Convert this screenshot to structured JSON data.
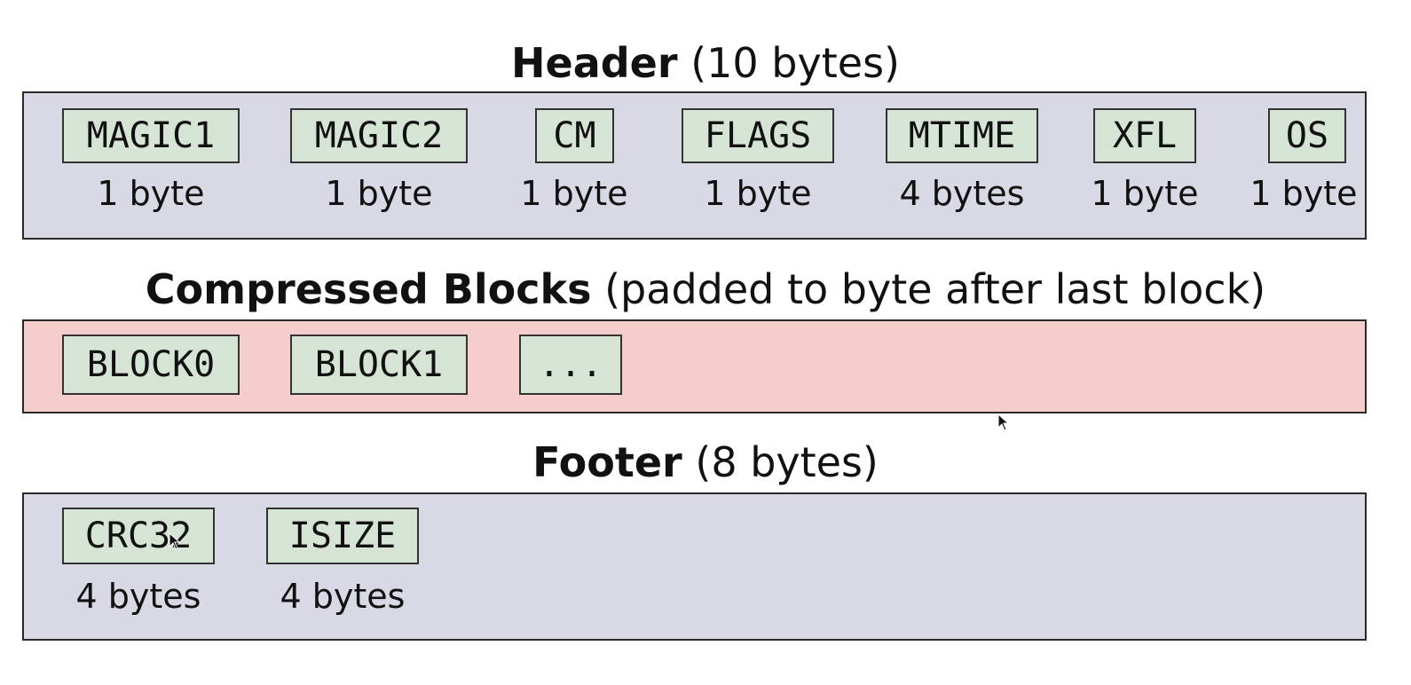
{
  "colors": {
    "header_bg": "#d9d9e6",
    "blocks_bg": "#f5cdca",
    "footer_bg": "#d9d9e6",
    "field_bg": "#d6e4d6",
    "border": "#2a2a2a"
  },
  "header": {
    "title": "Header",
    "subtitle": "(10 bytes)",
    "fields": [
      {
        "name": "MAGIC1",
        "size": "1 byte"
      },
      {
        "name": "MAGIC2",
        "size": "1 byte"
      },
      {
        "name": "CM",
        "size": "1 byte"
      },
      {
        "name": "FLAGS",
        "size": "1 byte"
      },
      {
        "name": "MTIME",
        "size": "4 bytes"
      },
      {
        "name": "XFL",
        "size": "1 byte"
      },
      {
        "name": "OS",
        "size": "1 byte"
      }
    ]
  },
  "blocks": {
    "title": "Compressed Blocks",
    "subtitle": "(padded to byte after last block)",
    "fields": [
      {
        "name": "BLOCK0"
      },
      {
        "name": "BLOCK1"
      },
      {
        "name": "..."
      }
    ]
  },
  "footer": {
    "title": "Footer",
    "subtitle": "(8 bytes)",
    "fields": [
      {
        "name": "CRC32",
        "size": "4 bytes"
      },
      {
        "name": "ISIZE",
        "size": "4 bytes"
      }
    ]
  },
  "icons": {
    "cursor_1": "mouse-pointer-icon",
    "cursor_2": "mouse-pointer-icon"
  }
}
